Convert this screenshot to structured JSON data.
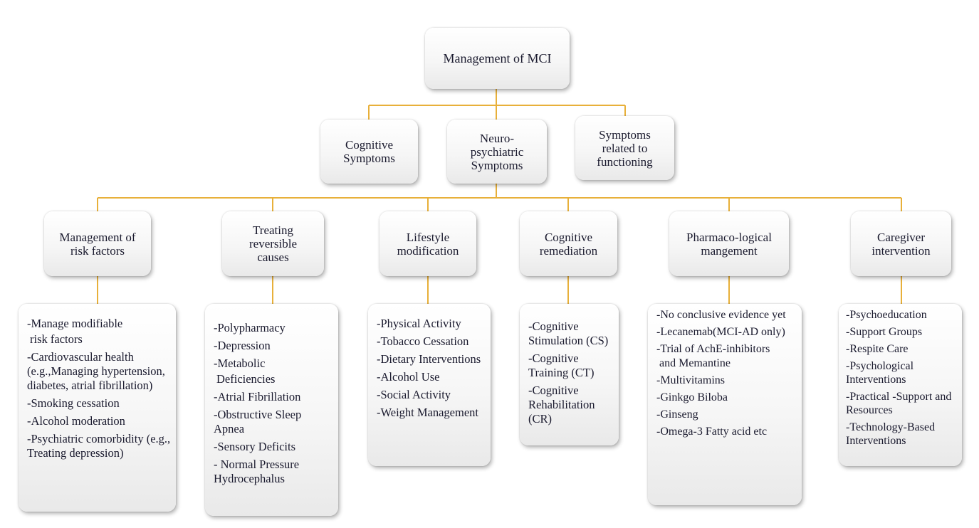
{
  "root": {
    "label": "Management of MCI"
  },
  "symptoms": [
    {
      "label": "Cognitive\nSymptoms"
    },
    {
      "label": "Neuro-\npsychiatric\nSymptoms"
    },
    {
      "label": "Symptoms\nrelated to\nfunctioning"
    }
  ],
  "strategies": [
    {
      "label": "Management of\nrisk factors",
      "items": [
        "-Manage modifiable",
        " risk factors",
        "-Cardiovascular health (e.g.,Managing hypertension, diabetes, atrial fibrillation)",
        "-Smoking cessation",
        "-Alcohol moderation",
        "-Psychiatric comorbidity (e.g., Treating depression)"
      ]
    },
    {
      "label": "Treating\nreversible\ncauses",
      "items": [
        "-Polypharmacy",
        "-Depression",
        "-Metabolic",
        " Deficiencies",
        "-Atrial Fibrillation",
        "-Obstructive Sleep Apnea",
        "-Sensory Deficits",
        "- Normal Pressure Hydrocephalus"
      ]
    },
    {
      "label": "Lifestyle\nmodification",
      "items": [
        "-Physical Activity",
        "-Tobacco Cessation",
        "-Dietary Interventions",
        "-Alcohol Use",
        "-Social Activity",
        "-Weight Management"
      ]
    },
    {
      "label": "Cognitive\nremediation",
      "items": [
        "-Cognitive Stimulation (CS)",
        "-Cognitive Training (CT)",
        "-Cognitive Rehabilitation (CR)"
      ]
    },
    {
      "label": "Pharmaco-logical\nmangement",
      "items": [
        "-No conclusive evidence yet",
        "-Lecanemab(MCI-AD only)",
        "-Trial of AchE-inhibitors",
        " and Memantine",
        "-Multivitamins",
        "-Ginkgo Biloba",
        "-Ginseng",
        "-Omega-3 Fatty acid etc"
      ]
    },
    {
      "label": "Caregiver\nintervention",
      "items": [
        "-Psychoeducation",
        "-Support Groups",
        "-Respite Care",
        "-Psychological Interventions",
        "-Practical -Support and Resources",
        "-Technology-Based Interventions"
      ]
    }
  ],
  "colors": {
    "connector": "#e8b03a",
    "text": "#1a1a2e",
    "box_top": "#ffffff",
    "box_bottom": "#e9e9e9"
  }
}
